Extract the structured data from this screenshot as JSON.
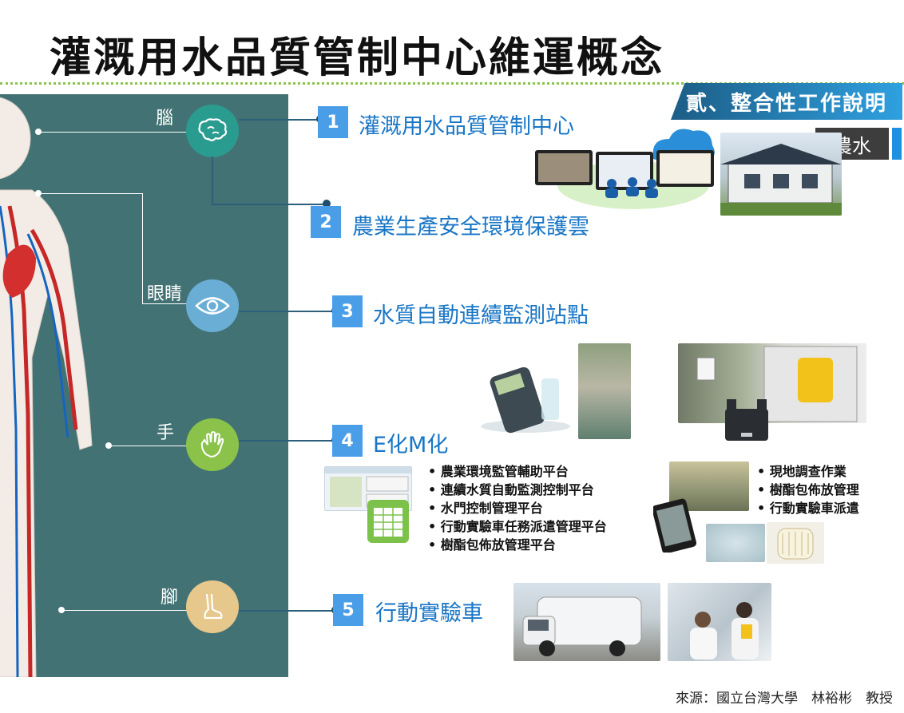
{
  "title": "灌溉用水品質管制中心維運概念",
  "section_tag": "貳、整合性工作說明",
  "agency_tag": "農水",
  "organs": {
    "brain": "腦",
    "eyes": "眼睛",
    "hand": "手",
    "foot": "腳"
  },
  "items": [
    {
      "num": "1",
      "label": "灌溉用水品質管制中心"
    },
    {
      "num": "2",
      "label": "農業生產安全環境保護雲"
    },
    {
      "num": "3",
      "label": "水質自動連續監測站點"
    },
    {
      "num": "4",
      "label": "E化M化"
    },
    {
      "num": "5",
      "label": "行動實驗車"
    }
  ],
  "platforms_left": [
    "農業環境監管輔助平台",
    "連續水質自動監測控制平台",
    "水門控制管理平台",
    "行動實驗車任務派遣管理平台",
    "樹酯包佈放管理平台"
  ],
  "platforms_right": [
    "現地調查作業",
    "樹酯包佈放管理",
    "行動實驗車派遣"
  ],
  "source": "來源：國立台灣大學　林裕彬　教授",
  "icons": {
    "brain": "brain-icon",
    "eye": "eye-icon",
    "hand": "hand-icon",
    "foot": "foot-icon",
    "cloud": "cloud-icon",
    "spreadsheet": "spreadsheet-icon"
  },
  "colors": {
    "panel": "#437274",
    "accent_blue": "#4a9ee8",
    "label_blue": "#1976c6",
    "brain_circle": "#2a9c8f",
    "eye_circle": "#6aaed6",
    "hand_circle": "#8bc34a",
    "foot_circle": "#e7c88c"
  }
}
